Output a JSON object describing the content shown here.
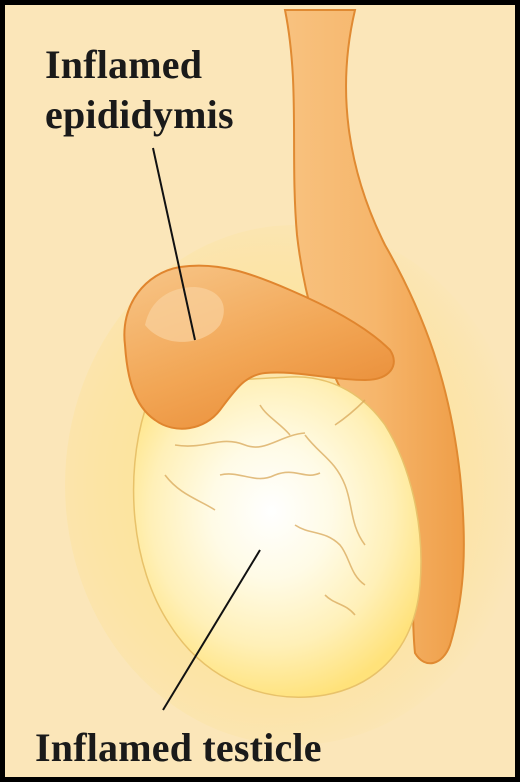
{
  "labels": {
    "epididymis_line1": "Inflamed",
    "epididymis_line2": "epididymis",
    "testicle": "Inflamed testicle"
  },
  "colors": {
    "background": "#fbe6b9",
    "border": "#000000",
    "cord": "#f5b46a",
    "epididymis": "#f2a24f",
    "testicle_core": "#fffaf0",
    "testicle_glow": "#ffd84a",
    "label_text": "#1a1a1a"
  }
}
